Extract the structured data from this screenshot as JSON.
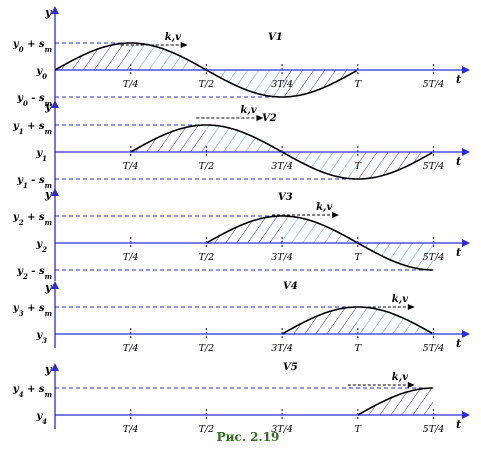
{
  "figure": {
    "caption": "Рис. 2.19",
    "axis_y_label": "y",
    "axis_t_label": "t",
    "wave_label": "k,v",
    "period_ticks": [
      "T/4",
      "T/2",
      "3T/4",
      "T",
      "5T/4"
    ],
    "line_colors": {
      "axis": "#2b2bd9",
      "dash": "#2b2bd9",
      "curve": "#000000",
      "hatch_dark": "#2b2bd9",
      "hatch_light": "#39b6cf",
      "caption": "#2e6b1f"
    },
    "panels": [
      {
        "name": "V1",
        "y_mid_label": "y0",
        "y_top_label": "y0 + s_m",
        "y_bot_label": "y0 - s_m",
        "phase_start_quarter": 0
      },
      {
        "name": "V2",
        "y_mid_label": "y1",
        "y_top_label": "y1 + s_m",
        "y_bot_label": "y1 - s_m",
        "phase_start_quarter": 1
      },
      {
        "name": "V3",
        "y_mid_label": "y2",
        "y_top_label": "y2 + s_m",
        "y_bot_label": "y2 - s_m",
        "phase_start_quarter": 2
      },
      {
        "name": "V4",
        "y_mid_label": "y3",
        "y_top_label": "y3 + s_m",
        "y_bot_label": "",
        "phase_start_quarter": 3
      },
      {
        "name": "V5",
        "y_mid_label": "y4",
        "y_top_label": "y4 + s_m",
        "y_bot_label": "",
        "phase_start_quarter": 4
      }
    ]
  }
}
